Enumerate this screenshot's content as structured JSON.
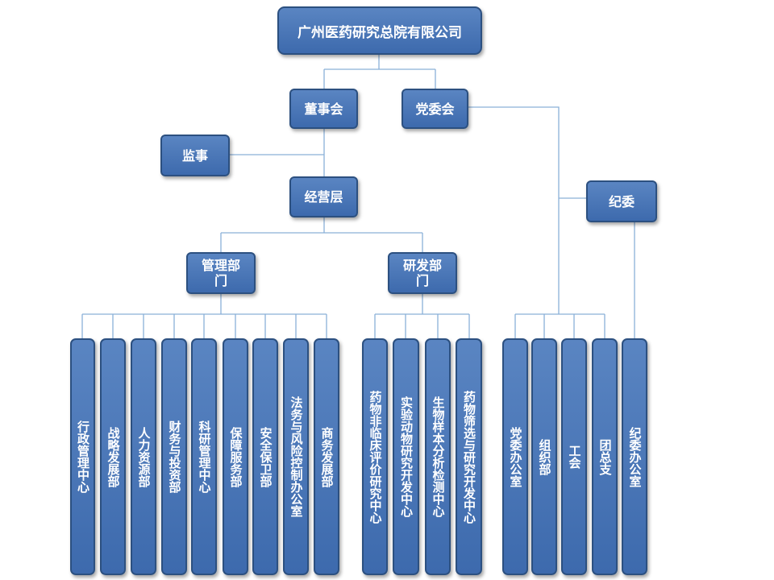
{
  "org": {
    "company": "广州医药研究总院有限公司",
    "board": "董事会",
    "party": "党委会",
    "supervisor": "监事",
    "management": "经营层",
    "discipline": "纪委",
    "admin_dept": "管理部门",
    "rd_dept": "研发部门",
    "admin_units": [
      "行政管理中心",
      "战略发展部",
      "人力资源部",
      "财务与投资部",
      "科研管理中心",
      "保障服务部",
      "安全保卫部",
      "法务与风险控制办公室",
      "商务发展部"
    ],
    "rd_units": [
      "药物非临床评价研究中心",
      "实验动物研究开发中心",
      "生物样本分析检测中心",
      "药物筛选与研究开发中心"
    ],
    "party_units": [
      "党委办公室",
      "组织部",
      "工会",
      "团总支"
    ],
    "discipline_units": [
      "纪委办公室"
    ]
  },
  "colors": {
    "box_fill": "#4a78bb",
    "box_border": "#2c5080",
    "connector": "#8ab0d8",
    "text": "#ffffff"
  }
}
